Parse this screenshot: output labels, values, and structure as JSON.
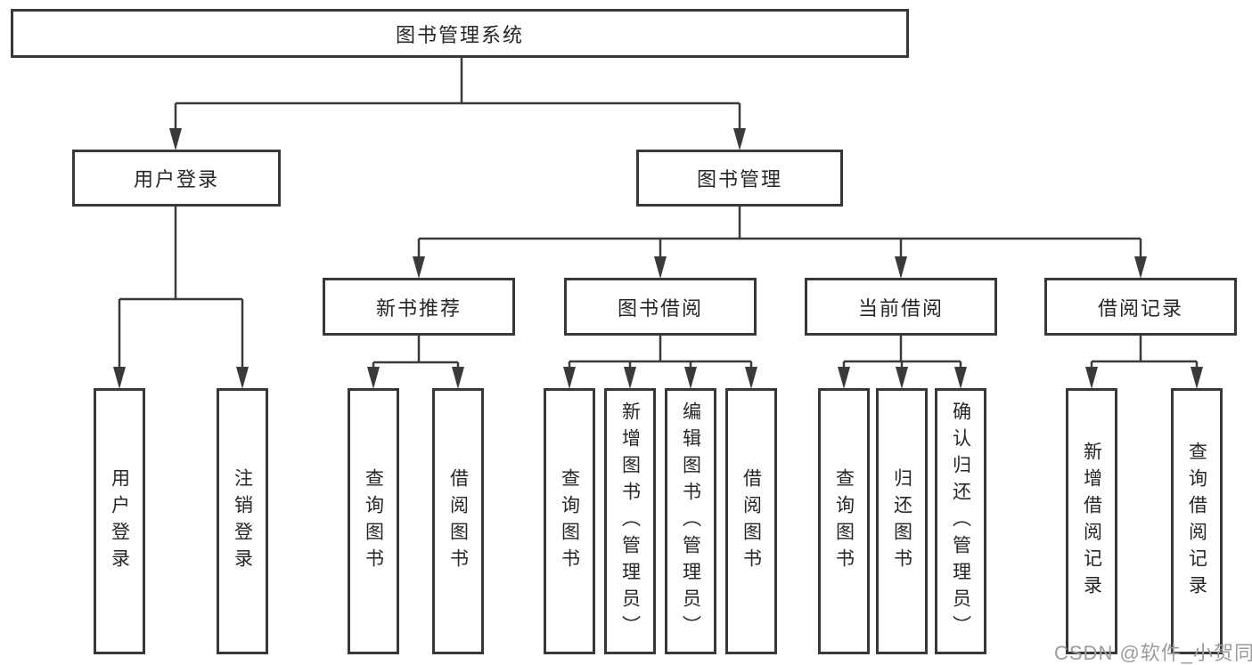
{
  "diagram": {
    "type": "hierarchy-tree",
    "colors": {
      "background": "#ffffff",
      "box_border": "#383838",
      "connector_line": "#3a3a3a",
      "text": "#262626",
      "watermark": "#9b9b9b"
    },
    "nodes": {
      "root": {
        "label": "图书管理系统"
      },
      "user_login": {
        "label": "用户登录"
      },
      "book_management": {
        "label": "图书管理"
      },
      "new_book_rec": {
        "label": "新书推荐"
      },
      "book_borrow": {
        "label": "图书借阅"
      },
      "current_borrow": {
        "label": "当前借阅"
      },
      "borrow_records": {
        "label": "借阅记录"
      },
      "leaf_user_login": {
        "label": "用户登录"
      },
      "leaf_logout": {
        "label": "注销登录"
      },
      "leaf_query_books_rec": {
        "label": "查询图书"
      },
      "leaf_borrow_books_rec": {
        "label": "借阅图书"
      },
      "leaf_query_books_borrow": {
        "label": "查询图书"
      },
      "leaf_add_books": {
        "label": "新增图书（管理员）"
      },
      "leaf_edit_books": {
        "label": "编辑图书（管理员）"
      },
      "leaf_borrow_books_borrow": {
        "label": "借阅图书"
      },
      "leaf_query_books_current": {
        "label": "查询图书"
      },
      "leaf_return_books": {
        "label": "归还图书"
      },
      "leaf_confirm_return": {
        "label": "确认归还（管理员）"
      },
      "leaf_add_borrow_record": {
        "label": "新增借阅记录"
      },
      "leaf_query_borrow_record": {
        "label": "查询借阅记录"
      }
    },
    "edges": [
      "图书管理系统→用户登录",
      "图书管理系统→图书管理",
      "用户登录→用户登录(叶)",
      "用户登录→注销登录",
      "图书管理→新书推荐",
      "图书管理→图书借阅",
      "图书管理→当前借阅",
      "图书管理→借阅记录",
      "新书推荐→查询图书",
      "新书推荐→借阅图书",
      "图书借阅→查询图书",
      "图书借阅→新增图书（管理员）",
      "图书借阅→编辑图书（管理员）",
      "图书借阅→借阅图书",
      "当前借阅→查询图书",
      "当前借阅→归还图书",
      "当前借阅→确认归还（管理员）",
      "借阅记录→新增借阅记录",
      "借阅记录→查询借阅记录"
    ],
    "watermark": {
      "text": "CSDN @软件_小贺同学"
    }
  }
}
